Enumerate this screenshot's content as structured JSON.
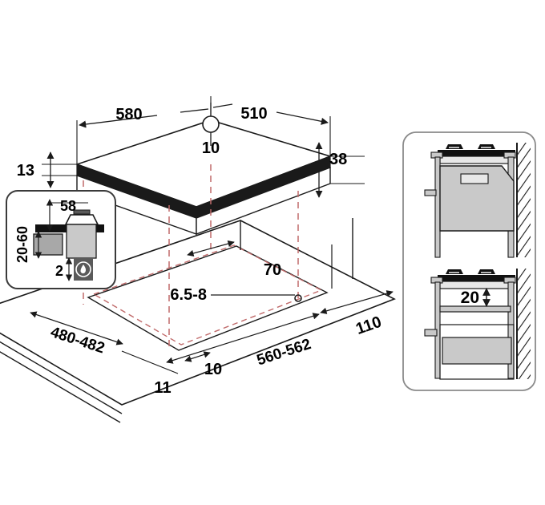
{
  "drawing": {
    "title": "Gas hob installation dimension drawing",
    "units_note": "",
    "background_color": "#ffffff",
    "line_color": "#1a1a1a",
    "projection_color": "#c06a6a",
    "fill_light": "#c9c9c9",
    "fill_mid": "#a8a8a8",
    "fill_dark": "#5a5a5a",
    "fill_black": "#111111"
  },
  "hob_view": {
    "name": "isometric-hob-top-view",
    "dimensions": {
      "width_580": "580",
      "depth_510": "510",
      "hole_10": "10",
      "thickness_13": "13",
      "edge_38": "38"
    }
  },
  "worktop_view": {
    "name": "isometric-worktop-cutout-view",
    "dimensions": {
      "cutout_depth_480_482": "480-482",
      "cutout_width_560_562": "560-562",
      "front_offset_70": "70",
      "worktop_thickness_6_5_8": "6.5-8",
      "edge_110": "110",
      "margin_10": "10",
      "margin_11": "11"
    }
  },
  "detail_inset": {
    "name": "burner-cross-section-detail",
    "dimensions": {
      "burner_height_58": "58",
      "cabinet_range_20_60": "20-60",
      "gap_2": "2"
    },
    "icons": {
      "flame": "flame-icon"
    }
  },
  "side_panels": {
    "name": "installation-side-views",
    "upper_panel": {
      "name": "hob-over-oven-side-view",
      "label": ""
    },
    "lower_panel": {
      "name": "hob-over-shelf-side-view",
      "clearance_20": "20"
    }
  }
}
